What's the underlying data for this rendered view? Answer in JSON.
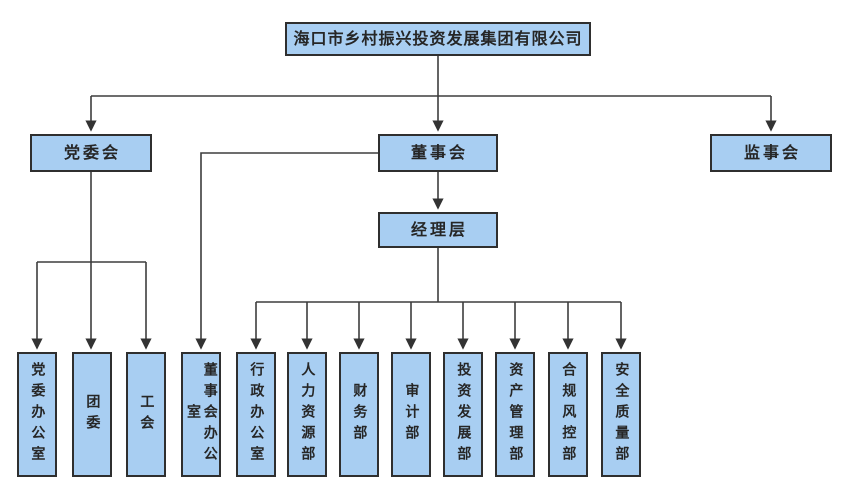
{
  "org_chart": {
    "root": {
      "label": "海口市乡村振兴投资发展集团有限公司"
    },
    "level2": [
      {
        "label": "党委会"
      },
      {
        "label": "董事会"
      },
      {
        "label": "监事会"
      }
    ],
    "level3": [
      {
        "label": "经理层",
        "parent": "董事会"
      }
    ],
    "departments": [
      {
        "label": "党委办公室",
        "parent": "党委会"
      },
      {
        "label": "团委",
        "parent": "党委会"
      },
      {
        "label": "工会",
        "parent": "党委会"
      },
      {
        "label": "董事会办公室",
        "parent": "董事会"
      },
      {
        "label": "行政办公室",
        "parent": "经理层"
      },
      {
        "label": "人力资源部",
        "parent": "经理层"
      },
      {
        "label": "财务部",
        "parent": "经理层"
      },
      {
        "label": "审计部",
        "parent": "经理层"
      },
      {
        "label": "投资发展部",
        "parent": "经理层"
      },
      {
        "label": "资产管理部",
        "parent": "经理层"
      },
      {
        "label": "合规风控部",
        "parent": "经理层"
      },
      {
        "label": "安全质量部",
        "parent": "经理层"
      }
    ],
    "colors": {
      "node_fill": "#A8CEF2",
      "node_border": "#2F2F2F",
      "connector": "#3D3D3D",
      "text": "#262626",
      "background": "#FFFFFF"
    }
  }
}
